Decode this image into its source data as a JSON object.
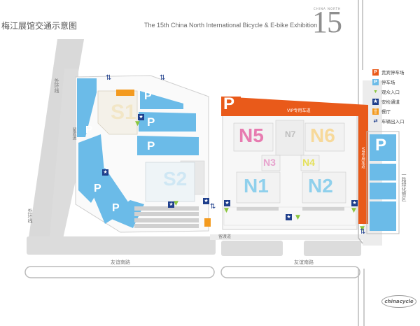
{
  "title": "梅江展馆交通示意图",
  "subtitle": "The 15th China North International Bicycle & E-bike Exhibition",
  "logo": {
    "number": "15",
    "top_text": "CHINA NORTH"
  },
  "roads": {
    "waihuan_top": "外环线",
    "waihuan_bottom": "外环线",
    "liuyudao": "留渡道",
    "youyi_left": "友谊南路",
    "youyi_right": "友谊南路",
    "yilu": "一路绿化带区",
    "vip_top": "VIP专用车道",
    "vip_right": "VIP专用车道"
  },
  "halls": {
    "s1": "S1",
    "s2": "S2",
    "n5": "N5",
    "n6": "N6",
    "n7": "N7",
    "n3": "N3",
    "n4": "N4",
    "n1": "N1",
    "n2": "N2"
  },
  "parking_glyph": "P",
  "legend": [
    {
      "icon": "vip-parking-icon",
      "glyph": "P",
      "color": "#e95a1a",
      "label": "贵宾停车场"
    },
    {
      "icon": "parking-icon",
      "glyph": "P",
      "color": "#6bbbe8",
      "label": "停车场"
    },
    {
      "icon": "visitor-entrance-icon",
      "glyph": "▼",
      "color": "#8cc63f",
      "label": "观众入口"
    },
    {
      "icon": "security-checkpoint-icon",
      "glyph": "★",
      "color": "#1f3f8c",
      "label": "安检通道"
    },
    {
      "icon": "restaurant-icon",
      "glyph": "╫",
      "color": "#f39a1e",
      "label": "餐厅"
    },
    {
      "icon": "vehicle-entrance-icon",
      "glyph": "⇄",
      "color": "#1f3f8c",
      "label": "车辆出入口"
    }
  ],
  "footer_logo": "chinacycle",
  "colors": {
    "parking": "#6bbbe8",
    "vip": "#e95a1a",
    "entrance": "#8cc63f",
    "security": "#1f3f8c",
    "restaurant": "#f39a1e",
    "hall_s": "#cfe7f4",
    "n5": "#e77bb0",
    "n6": "#f7d99a",
    "n3": "#e7a2cd",
    "n4": "#e5e15c",
    "n1n2": "#8fd0ec",
    "road": "#d9d9d9"
  }
}
